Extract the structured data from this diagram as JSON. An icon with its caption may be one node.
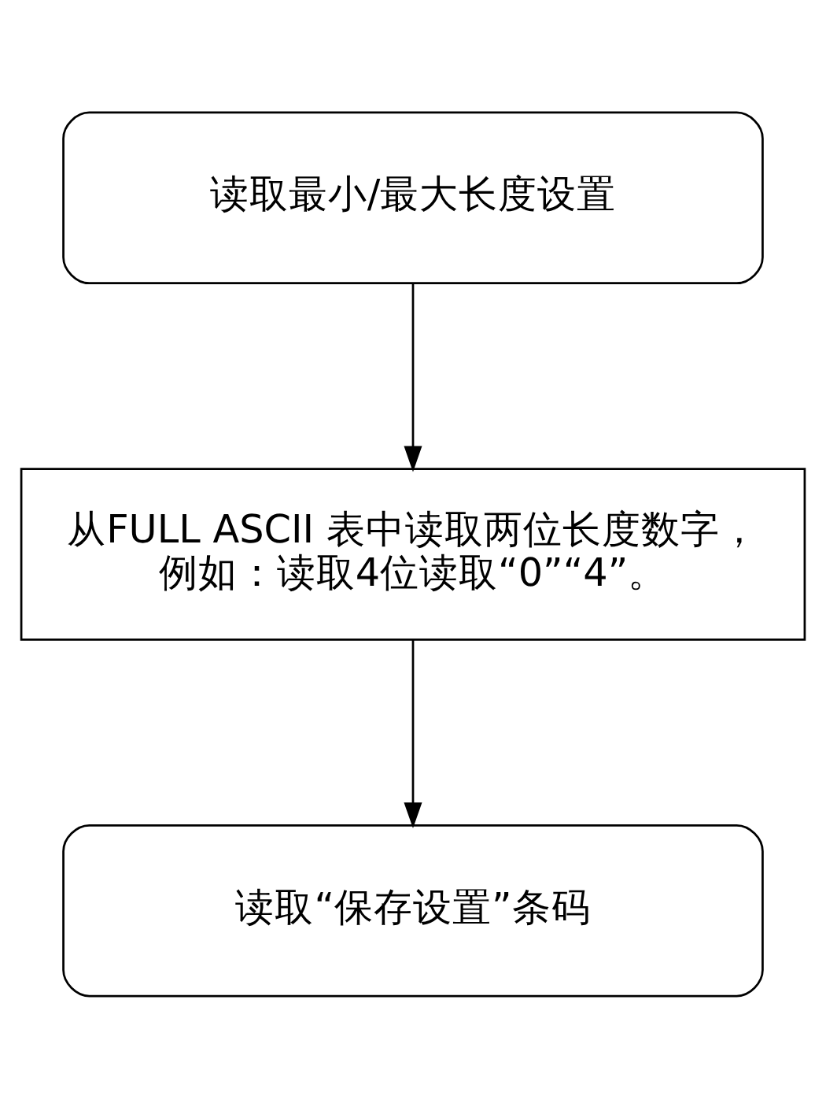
{
  "diagram": {
    "nodes": [
      {
        "text": [
          "读取最小/最大长度设置"
        ]
      },
      {
        "text": [
          "从FULL ASCII 表中读取两位长度数字，例如：读取4位读取“0”“4”。"
        ]
      },
      {
        "text": [
          "读取“保存设置”条码"
        ]
      }
    ],
    "edges": [
      {
        "from": 0,
        "to": 1,
        "arrow": "to"
      },
      {
        "from": 1,
        "to": 2,
        "arrow": "to"
      }
    ]
  }
}
